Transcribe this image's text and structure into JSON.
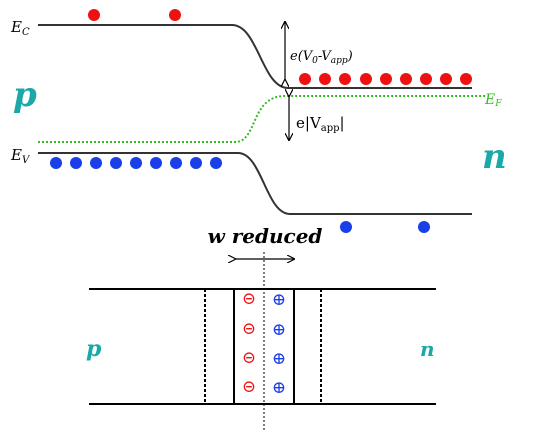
{
  "band_diagram": {
    "ec": {
      "main": "E",
      "sub": "C"
    },
    "ev": {
      "main": "E",
      "sub": "V"
    },
    "ef": {
      "main": "E",
      "sub": "F"
    },
    "p_label": "p",
    "n_label": "n",
    "barrier": {
      "prefix": "e(",
      "v0_main": "V",
      "v0_sub": "0",
      "dash": "-",
      "vapp_main": "V",
      "vapp_sub": "app",
      "suffix": ")"
    },
    "shift": {
      "prefix": "e|",
      "main": "V",
      "sub": "app",
      "suffix": "|"
    },
    "colors": {
      "electron": "#ee1111",
      "hole": "#1a3ee8",
      "fermi": "#33bb22",
      "label": "#1aa8a8",
      "band": "#333333"
    }
  },
  "junction": {
    "title": "w reduced",
    "p_label": "p",
    "n_label": "n",
    "minus_symbol": "⊝",
    "plus_symbol": "⊕",
    "minus_count": 4,
    "plus_count": 4
  }
}
